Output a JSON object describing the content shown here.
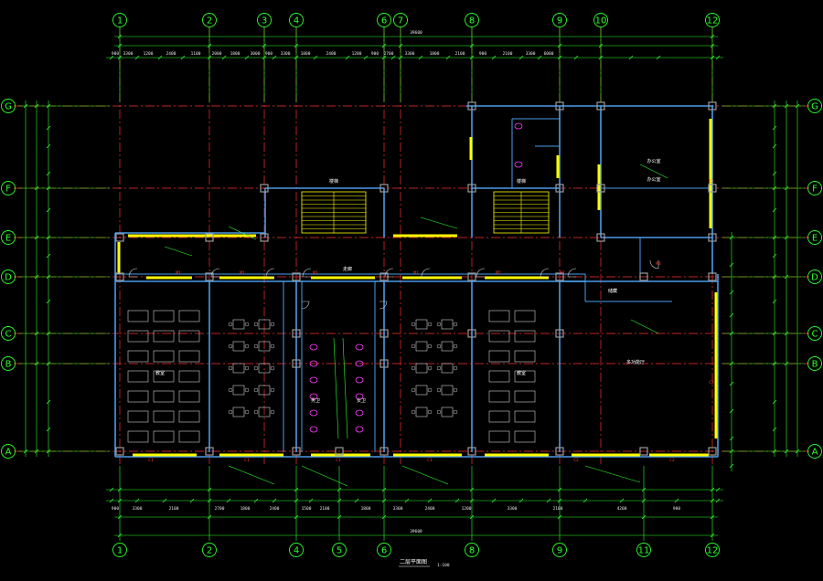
{
  "drawing": {
    "title": "二层平面图",
    "scale": "1:100",
    "colors": {
      "background": "#000000",
      "grid_axis": "#ff3030",
      "grid_bubble": "#2cff2c",
      "dimension": "#2cff2c",
      "wall": "#4a9be8",
      "window": "#ffff00",
      "column": "#9a9a9a",
      "text_white": "#ffffff",
      "text_magenta": "#ff3cff",
      "text_red": "#ff3030",
      "leader": "#2cff2c"
    }
  },
  "grid": {
    "vertical_top": [
      "1",
      "2",
      "3",
      "4",
      "6",
      "7",
      "8",
      "9",
      "10",
      "12"
    ],
    "vertical_bottom": [
      "1",
      "2",
      "4",
      "5",
      "6",
      "8",
      "9",
      "11",
      "12"
    ],
    "horizontal_left": [
      "G",
      "F",
      "E",
      "D",
      "C",
      "B",
      "A"
    ],
    "horizontal_right": [
      "G",
      "F",
      "E",
      "D",
      "C",
      "B",
      "A"
    ]
  },
  "rooms": {
    "classroom_left": "教室",
    "classroom_right": "教室",
    "stair_1": "楼梯",
    "stair_2": "楼梯",
    "toilet_male": "男卫",
    "toilet_female": "女卫",
    "office_1": "办公室",
    "office_2": "办公室",
    "hall": "多功能厅",
    "corridor": "走廊",
    "storage": "储藏"
  },
  "annotations": {
    "window_tags": [
      "C1",
      "C1",
      "C1",
      "C1",
      "C2",
      "C2",
      "C3",
      "C3"
    ],
    "door_tags": [
      "M1",
      "M1",
      "M1",
      "M1",
      "M2",
      "M2",
      "M3"
    ],
    "top_total_dim": "39600",
    "bottom_total_dim": "39600"
  }
}
